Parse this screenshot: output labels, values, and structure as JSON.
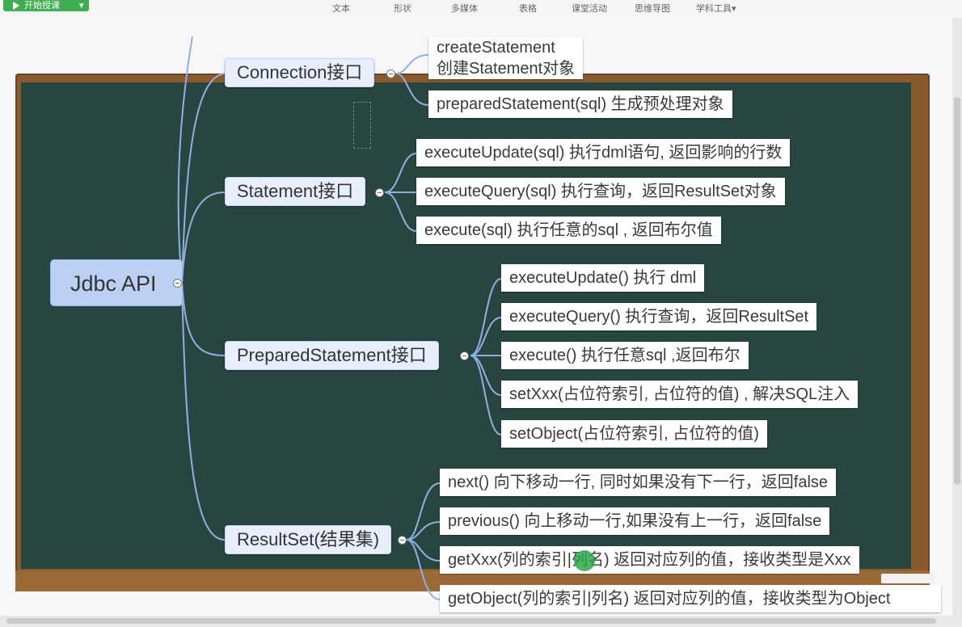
{
  "toolbar": {
    "start_label": "开始授课",
    "tools": [
      "文本",
      "形状",
      "多媒体",
      "表格",
      "课堂活动",
      "思维导图",
      "学科工具"
    ]
  },
  "mindmap": {
    "root": "Jdbc API",
    "branches": [
      {
        "label": "Connection接口",
        "children": [
          "createStatement\n创建Statement对象",
          "preparedStatement(sql) 生成预处理对象"
        ]
      },
      {
        "label": "Statement接口",
        "children": [
          "executeUpdate(sql) 执行dml语句, 返回影响的行数",
          "executeQuery(sql) 执行查询，返回ResultSet对象",
          "execute(sql) 执行任意的sql , 返回布尔值"
        ]
      },
      {
        "label": "PreparedStatement接口",
        "children": [
          "executeUpdate() 执行 dml",
          "executeQuery() 执行查询，返回ResultSet",
          "execute() 执行任意sql ,返回布尔",
          "setXxx(占位符索引, 占位符的值) , 解决SQL注入",
          "setObject(占位符索引, 占位符的值)"
        ]
      },
      {
        "label": "ResultSet(结果集)",
        "children": [
          "next() 向下移动一行, 同时如果没有下一行，返回false",
          "previous() 向上移动一行,如果没有上一行，返回false",
          "getXxx(列的索引|列名) 返回对应列的值，接收类型是Xxx",
          "getObject(列的索引|列名) 返回对应列的值，接收类型为Object"
        ]
      }
    ]
  },
  "colors": {
    "board": "#284540",
    "frame": "#8a5a2e",
    "line": "#8fb0e3",
    "root_fill": "#bcd0f3"
  }
}
